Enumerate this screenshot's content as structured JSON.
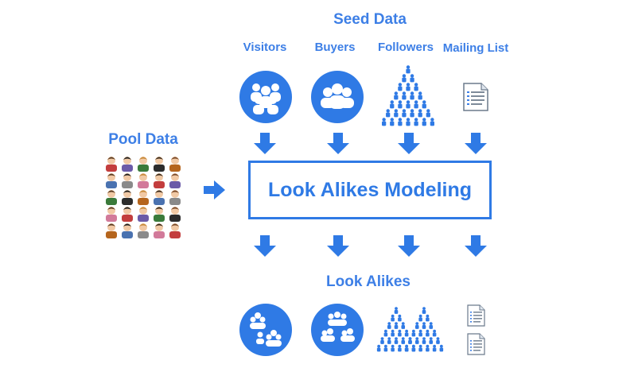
{
  "seed": {
    "title": "Seed Data",
    "columns": [
      {
        "label": "Visitors"
      },
      {
        "label": "Buyers"
      },
      {
        "label": "Followers"
      },
      {
        "label": "Mailing List"
      }
    ]
  },
  "pool": {
    "title": "Pool Data"
  },
  "model": {
    "label": "Look Alikes Modeling"
  },
  "lookalikes": {
    "title": "Look Alikes"
  },
  "colors": {
    "accent": "#2f7ae5",
    "text_blue": "#3d7fe6"
  }
}
